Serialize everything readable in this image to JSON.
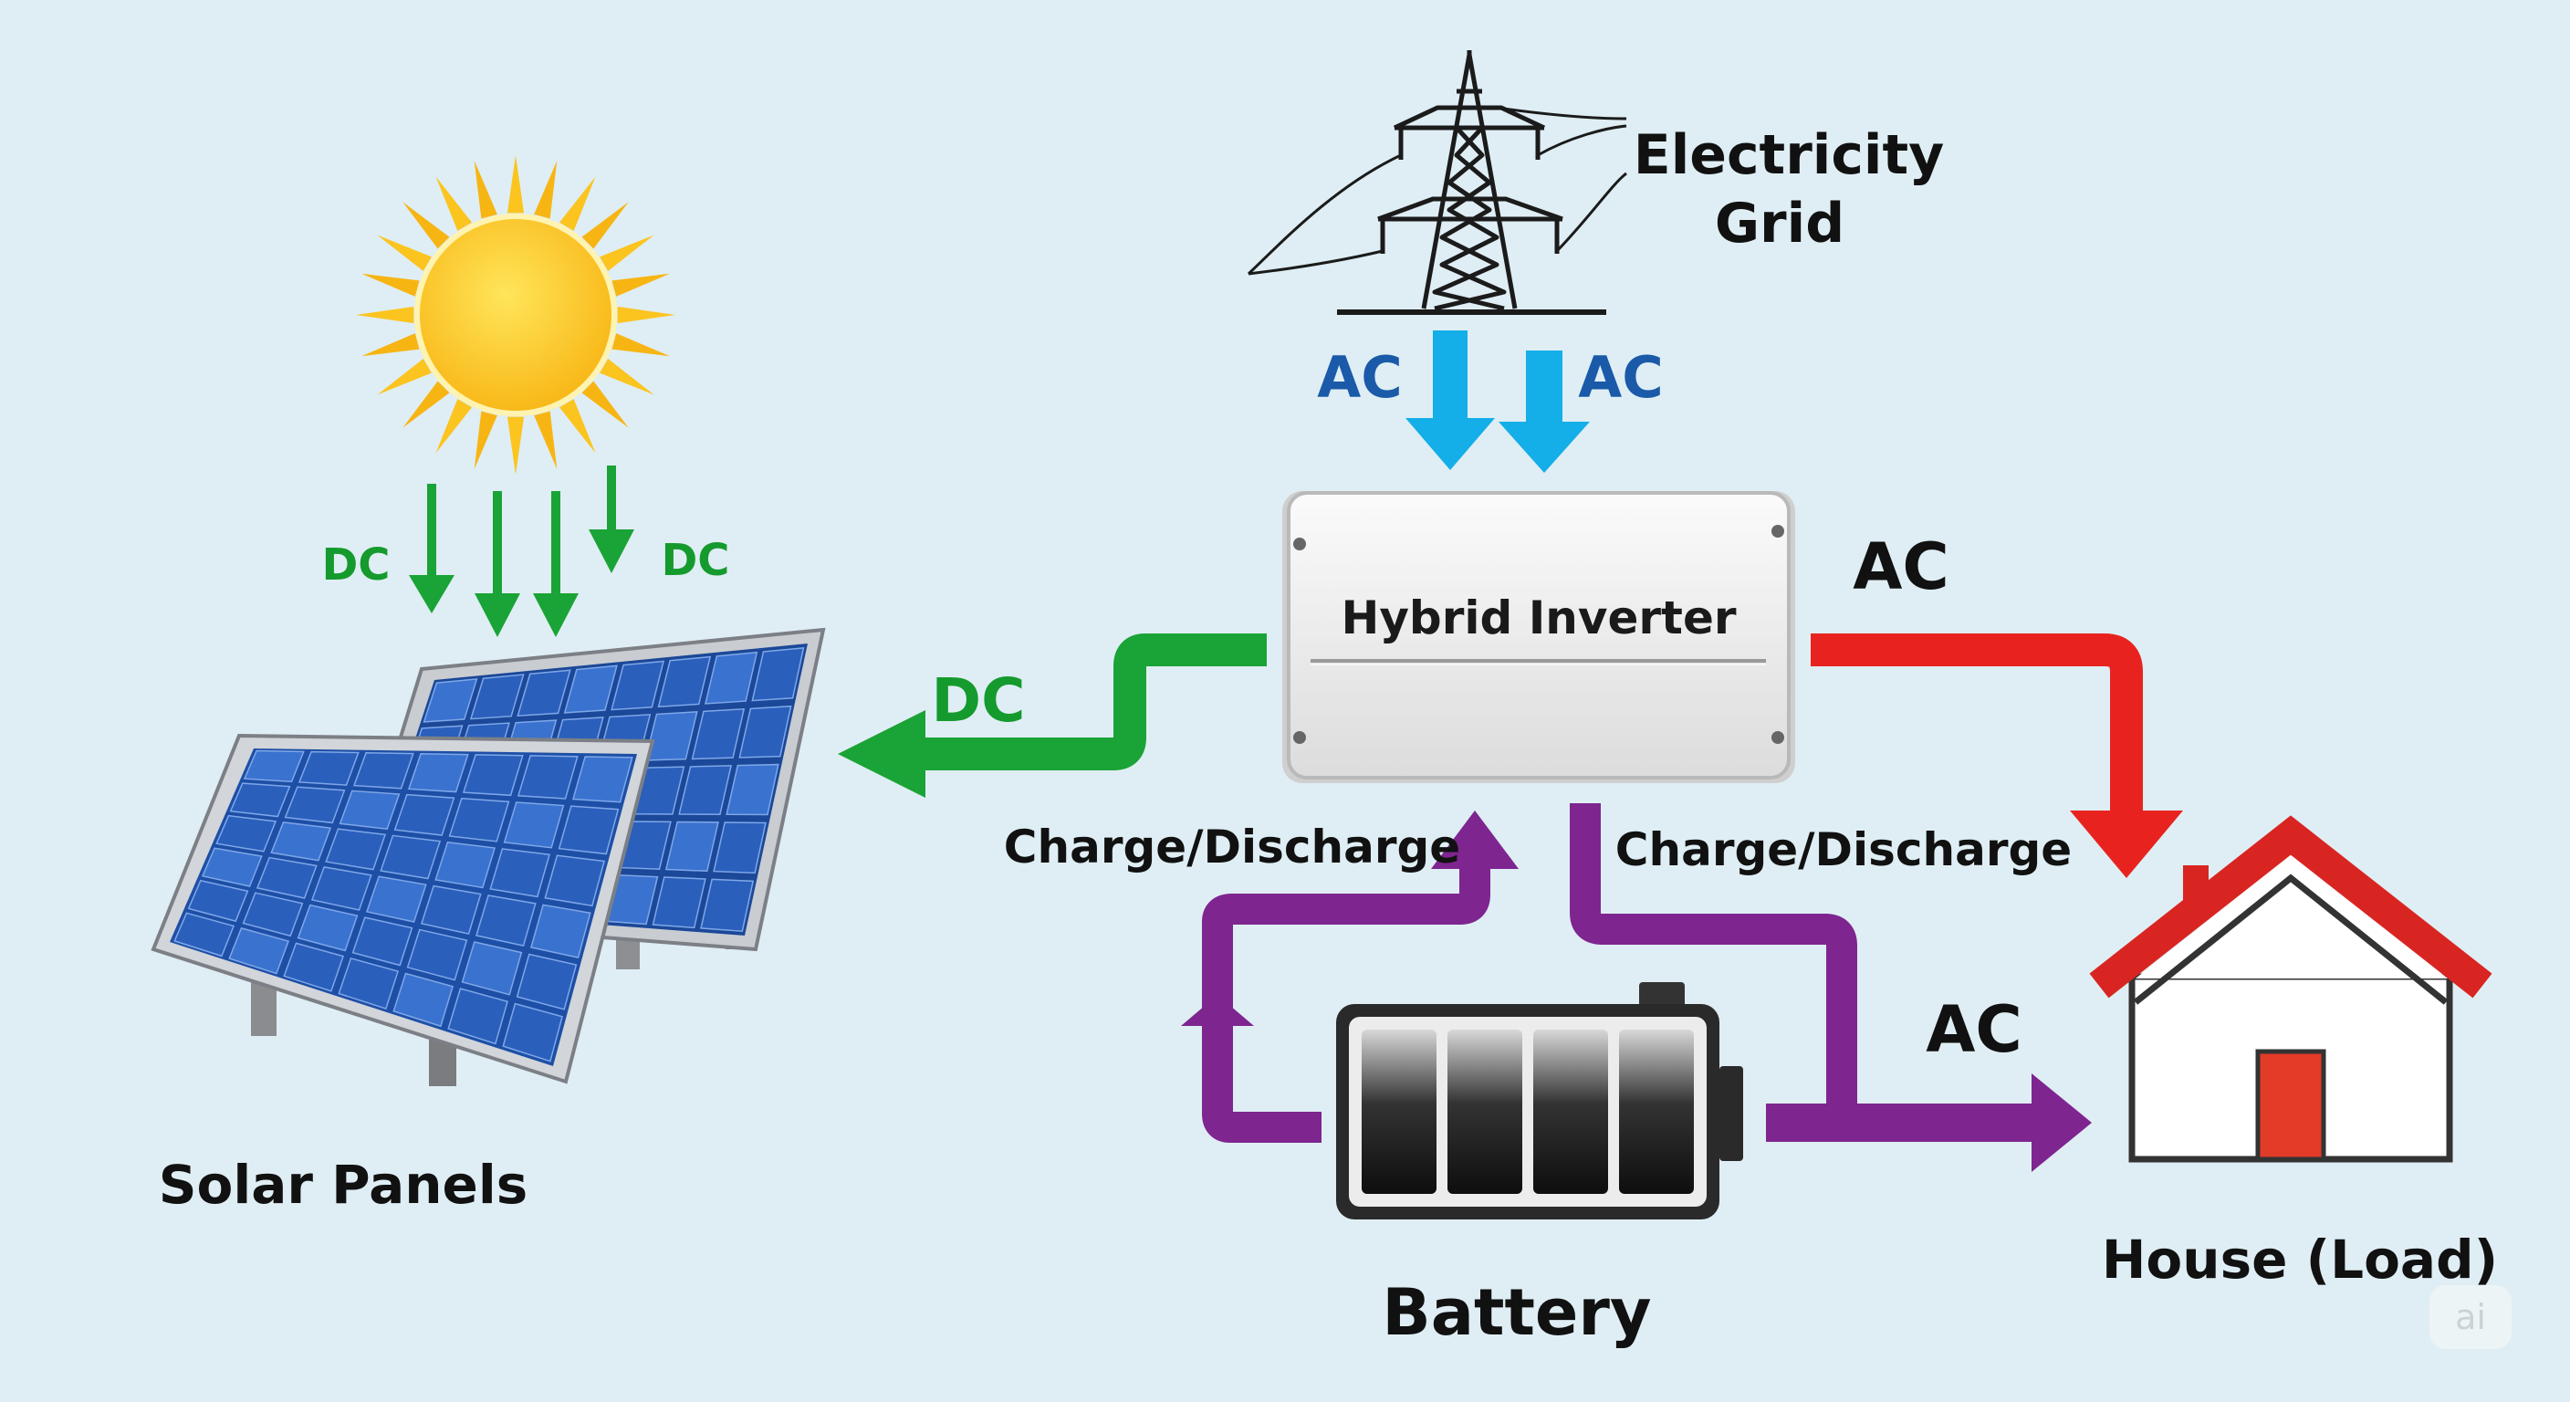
{
  "nodes": {
    "grid": {
      "line1": "Electricity",
      "line2": "Grid"
    },
    "inverter": {
      "label": "Hybrid Inverter"
    },
    "solar": {
      "label": "Solar Panels"
    },
    "battery": {
      "label": "Battery"
    },
    "house": {
      "label": "House (Load)"
    }
  },
  "flows": {
    "grid_ac_left": "AC",
    "grid_ac_right": "AC",
    "sun_dc_left": "DC",
    "sun_dc_right": "DC",
    "inverter_to_solar_dc": "DC",
    "inverter_to_house_ac": "AC",
    "battery_to_house_ac": "AC",
    "charge_left": "Charge/Discharge",
    "charge_right": "Charge/Discharge"
  },
  "colors": {
    "background": "#dfeef4",
    "dc_green": "#1aa336",
    "ac_blue": "#14aee8",
    "ac_red": "#e8231f",
    "battery_purple": "#7e2590",
    "roof_red": "#d92522",
    "door_red": "#e23b28",
    "panel_blue": "#1d4fa6"
  },
  "watermark": "ai"
}
